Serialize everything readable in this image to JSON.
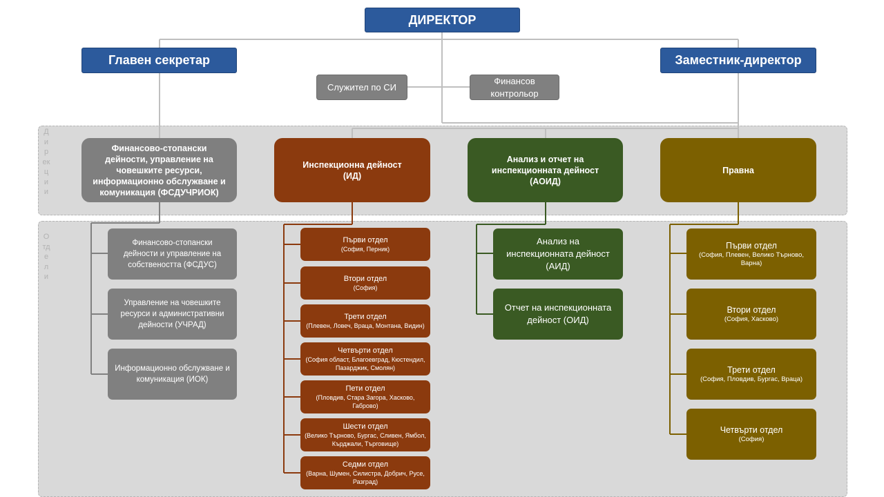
{
  "director": "ДИРЕКТОР",
  "chief_secretary": "Главен секретар",
  "deputy_director": "Заместник-директор",
  "staff": [
    "Служител по СИ",
    "Финансов контрольор"
  ],
  "band_labels": {
    "directorates": "Дирекции",
    "departments": "Отдели"
  },
  "directorates": [
    "Финансово-стопански дейности, управление на човешките ресурси, информационно обслужване и комуникация (ФСДУЧРИОК)",
    "Инспекционна дейност (ИД)",
    "Анализ и отчет на инспекционната дейност (АОИД)",
    "Правна"
  ],
  "departments": {
    "fsd": [
      "Финансово-стопански дейности и управление на собствеността (ФСДУС)",
      "Управление на човешките ресурси и административни дейности (УЧРАД)",
      "Информационно обслужване и комуникация (ИОК)"
    ],
    "id": [
      {
        "title": "Първи отдел",
        "sub": "(София, Перник)"
      },
      {
        "title": "Втори отдел",
        "sub": "(София)"
      },
      {
        "title": "Трети отдел",
        "sub": "(Плевен, Ловеч, Враца, Монтана, Видин)"
      },
      {
        "title": "Четвърти отдел",
        "sub": "(София област, Благоевград, Кюстендил, Пазарджик, Смолян)"
      },
      {
        "title": "Пети отдел",
        "sub": "(Пловдив, Стара Загора, Хасково, Габрово)"
      },
      {
        "title": "Шести отдел",
        "sub": "(Велико Търново, Бургас, Сливен, Ямбол, Кърджали, Търговище)"
      },
      {
        "title": "Седми отдел",
        "sub": "(Варна, Шумен, Силистра, Добрич, Русе, Разград)"
      }
    ],
    "aoid": [
      "Анализ на инспекционната дейност (АИД)",
      "Отчет на инспекционната дейност (ОИД)"
    ],
    "legal": [
      {
        "title": "Първи отдел",
        "sub": "(София, Плевен, Велико Търново, Варна)"
      },
      {
        "title": "Втори отдел",
        "sub": "(София, Хасково)"
      },
      {
        "title": "Трети отдел",
        "sub": "(София, Пловдив, Бургас, Враца)"
      },
      {
        "title": "Четвърти отдел",
        "sub": "(София)"
      }
    ]
  },
  "colors": {
    "blue": "#2c5a9c",
    "grey": "#7f7f7f",
    "brown": "#8b3a0e",
    "green": "#3a5a23",
    "olive": "#7c6000",
    "connector": "#bfbfbf"
  }
}
